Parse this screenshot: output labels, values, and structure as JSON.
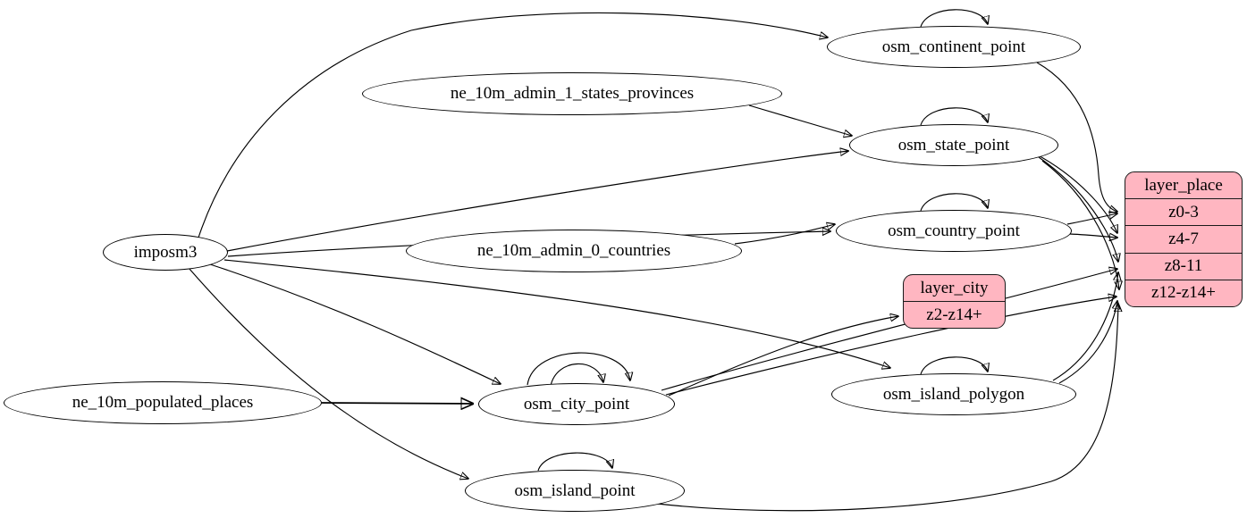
{
  "colors": {
    "background": "#ffffff",
    "node_fill": "#ffffff",
    "record_fill": "#ffb6c1",
    "stroke": "#000000"
  },
  "nodes": {
    "imposm3": {
      "label": "imposm3"
    },
    "ne_10m_admin_1_states_provinces": {
      "label": "ne_10m_admin_1_states_provinces"
    },
    "ne_10m_admin_0_countries": {
      "label": "ne_10m_admin_0_countries"
    },
    "ne_10m_populated_places": {
      "label": "ne_10m_populated_places"
    },
    "osm_continent_point": {
      "label": "osm_continent_point"
    },
    "osm_state_point": {
      "label": "osm_state_point"
    },
    "osm_country_point": {
      "label": "osm_country_point"
    },
    "osm_city_point": {
      "label": "osm_city_point"
    },
    "osm_island_polygon": {
      "label": "osm_island_polygon"
    },
    "osm_island_point": {
      "label": "osm_island_point"
    },
    "layer_place": {
      "title": "layer_place",
      "rows": [
        "z0-3",
        "z4-7",
        "z8-11",
        "z12-z14+"
      ]
    },
    "layer_city": {
      "title": "layer_city",
      "rows": [
        "z2-z14+"
      ]
    }
  },
  "edges": [
    {
      "from": "imposm3",
      "to": "osm_continent_point"
    },
    {
      "from": "imposm3",
      "to": "osm_state_point"
    },
    {
      "from": "imposm3",
      "to": "osm_country_point"
    },
    {
      "from": "imposm3",
      "to": "osm_city_point"
    },
    {
      "from": "imposm3",
      "to": "osm_island_polygon"
    },
    {
      "from": "imposm3",
      "to": "osm_island_point"
    },
    {
      "from": "ne_10m_admin_1_states_provinces",
      "to": "osm_state_point"
    },
    {
      "from": "ne_10m_admin_0_countries",
      "to": "osm_country_point"
    },
    {
      "from": "ne_10m_populated_places",
      "to": "osm_city_point"
    },
    {
      "from": "osm_continent_point",
      "to": "osm_continent_point"
    },
    {
      "from": "osm_state_point",
      "to": "osm_state_point"
    },
    {
      "from": "osm_country_point",
      "to": "osm_country_point"
    },
    {
      "from": "osm_city_point",
      "to": "osm_city_point"
    },
    {
      "from": "osm_city_point",
      "to": "osm_city_point"
    },
    {
      "from": "osm_island_polygon",
      "to": "osm_island_polygon"
    },
    {
      "from": "osm_island_point",
      "to": "osm_island_point"
    },
    {
      "from": "osm_continent_point",
      "to": "layer_place:z0-3"
    },
    {
      "from": "osm_country_point",
      "to": "layer_place:z0-3"
    },
    {
      "from": "osm_country_point",
      "to": "layer_place:z4-7"
    },
    {
      "from": "osm_state_point",
      "to": "layer_place:z4-7"
    },
    {
      "from": "osm_state_point",
      "to": "layer_place:z8-11"
    },
    {
      "from": "osm_state_point",
      "to": "layer_place:z12-z14+"
    },
    {
      "from": "osm_city_point",
      "to": "layer_place:z8-11"
    },
    {
      "from": "osm_city_point",
      "to": "layer_place:z12-z14+"
    },
    {
      "from": "osm_island_polygon",
      "to": "layer_place:z8-11"
    },
    {
      "from": "osm_island_polygon",
      "to": "layer_place:z12-z14+"
    },
    {
      "from": "osm_island_point",
      "to": "layer_place:z12-z14+"
    },
    {
      "from": "osm_city_point",
      "to": "layer_city:z2-z14+"
    }
  ]
}
